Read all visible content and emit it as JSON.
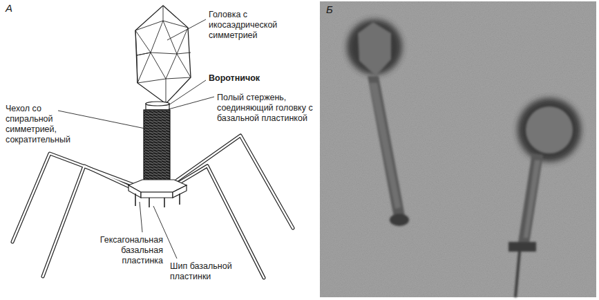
{
  "diagram": {
    "labels": [
      "А",
      "Головка с икосаэдрической симметрией",
      "Воротничок",
      "Полый стержень, соединяющий головку с базальной пластинкой",
      "Чехол со спиральной симметрией, сократительный",
      "Гексагональная базальная пластинка",
      "Шип базальной пластинки",
      "Б"
    ]
  }
}
